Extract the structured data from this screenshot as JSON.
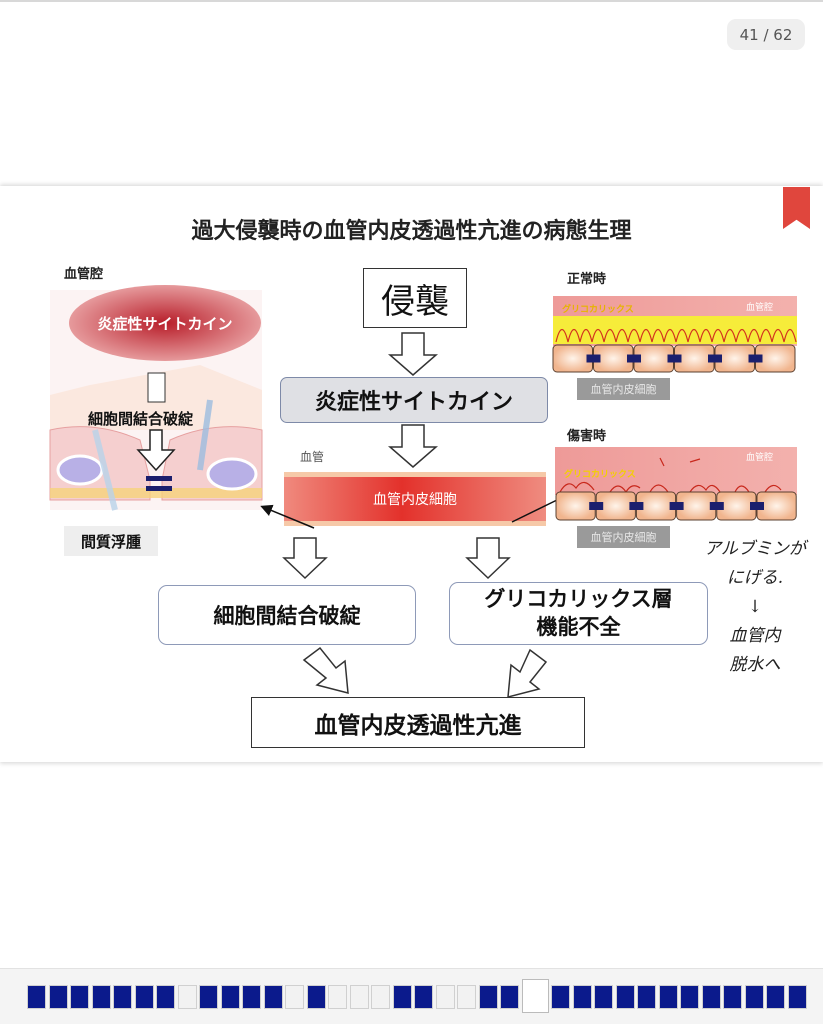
{
  "viewer": {
    "page_counter": "41 / 62",
    "current_page": 41,
    "total_pages": 62
  },
  "slide": {
    "title": "過大侵襲時の血管内皮透過性亢進の病態生理",
    "left": {
      "lumen_label": "血管腔",
      "cytokine_ellipse": "炎症性サイトカイン",
      "junction_label": "細胞間結合破綻",
      "edema_label": "間質浮腫"
    },
    "center": {
      "invasion": "侵襲",
      "cytokine": "炎症性サイトカイン",
      "vessel_label": "血管",
      "endothelial_band": "血管内皮細胞"
    },
    "right": {
      "normal": {
        "heading": "正常時",
        "glycocalyx": "グリコカリックス",
        "lumen": "血管腔",
        "cells": "血管内皮細胞"
      },
      "injured": {
        "heading": "傷害時",
        "glycocalyx": "グリコカリックス",
        "lumen": "血管腔",
        "cells": "血管内皮細胞"
      }
    },
    "boxes": {
      "junction_failure": "細胞間結合破綻",
      "glycocalyx_line1": "グリコカリックス層",
      "glycocalyx_line2": "機能不全",
      "result": "血管内皮透過性亢進"
    },
    "handwritten_note": [
      "アルブミンが",
      "にげる.",
      "↓",
      "血管内",
      "脱水へ"
    ]
  },
  "thumbnails": [
    "b",
    "b",
    "b",
    "b",
    "b",
    "b",
    "b",
    "w",
    "b",
    "b",
    "b",
    "b",
    "w",
    "b",
    "w",
    "w",
    "w",
    "b",
    "b",
    "w",
    "w",
    "b",
    "b",
    "current",
    "b",
    "b",
    "b",
    "b",
    "b",
    "b",
    "b",
    "b",
    "b",
    "b",
    "b",
    "b"
  ],
  "colors": {
    "accent_red": "#e0463d",
    "vessel_red": "#e3312b",
    "glycocalyx_yellow": "#f6ec3a",
    "cell_peach": "#f5c5a3",
    "junction_navy": "#1b1f6e"
  }
}
